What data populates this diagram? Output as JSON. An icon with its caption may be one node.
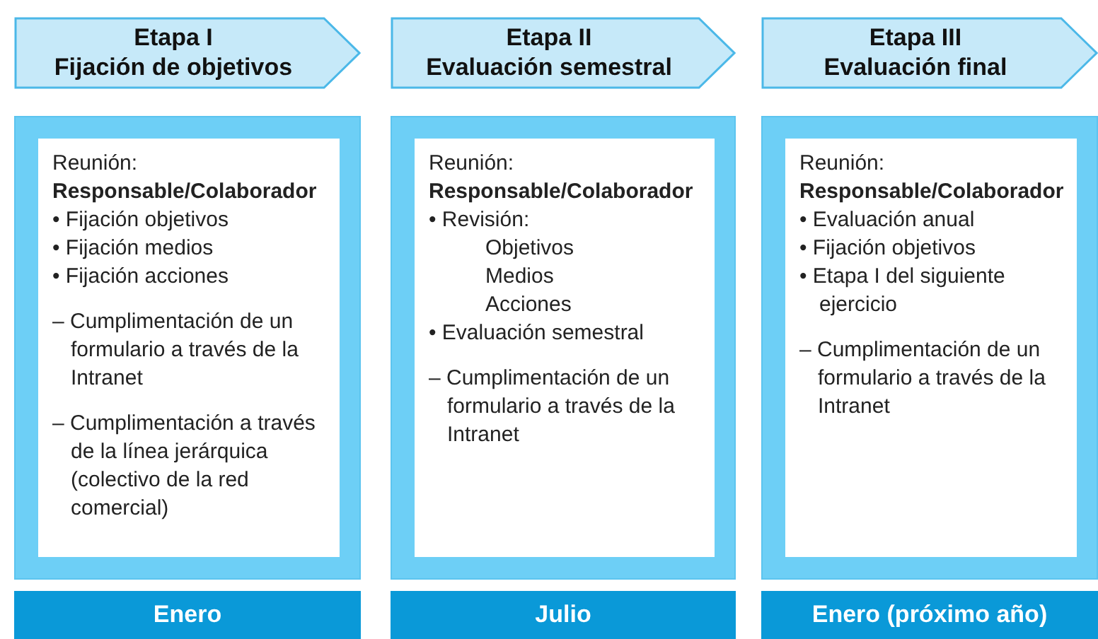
{
  "diagram": {
    "nodes": [
      {
        "text": [
          "Etapa I",
          "Fijación de objetivos"
        ]
      },
      {
        "text": [],
        "shape": "box"
      },
      {
        "text": [
          "Reunión:",
          "Responsable/Colaborador",
          "• Fijación objetivos",
          "• Fijación medios",
          "• Fijación acciones",
          "– Cumplimentación de un formulario a través de la Intranet",
          "– Cumplimentación a través de la línea jerárquica (colectivo de la red comercial)"
        ],
        "in": 1
      },
      {
        "text": [
          "Enero"
        ]
      },
      {
        "text": [
          "Etapa II",
          "Evaluación semestral"
        ]
      },
      {
        "text": [],
        "shape": "box"
      },
      {
        "text": [
          "Reunión:",
          "Responsable/Colaborador",
          "• Revisión:",
          "Objetivos",
          "Medios",
          "Acciones",
          "• Evaluación semestral",
          "– Cumplimentación de un formulario a través de la Intranet"
        ],
        "in": 5
      },
      {
        "text": [
          "Julio"
        ]
      },
      {
        "text": [
          "Etapa III",
          "Evaluación final"
        ]
      },
      {
        "text": [],
        "shape": "box"
      },
      {
        "text": [
          "Reunión:",
          "Responsable/Colaborador",
          "• Evaluación anual",
          "• Fijación objetivos",
          "• Etapa I del siguiente ejercicio",
          "– Cumplimentación de un formulario a través de la Intranet"
        ],
        "in": 9
      },
      {
        "text": [
          "Enero (próximo año)"
        ]
      }
    ],
    "edges": []
  }
}
